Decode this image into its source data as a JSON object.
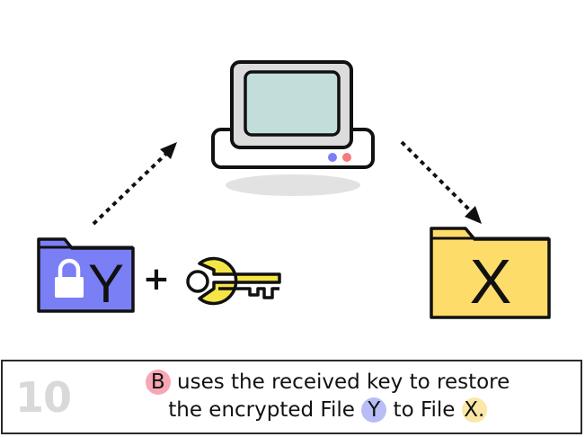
{
  "step": {
    "number": "10"
  },
  "caption": {
    "actor_badge": "B",
    "line1_rest": "uses the received key to restore",
    "line2_prefix": "the encrypted File",
    "file_y_badge": "Y",
    "line2_middle": "to File",
    "file_x_badge": "X.",
    "actor_badge_color": "#f7a7b4",
    "file_y_badge_color": "#b8bdf7",
    "file_x_badge_color": "#fbe7a6"
  },
  "illustration": {
    "encrypted_folder": {
      "letter": "Y",
      "color": "#7b7ff5",
      "icon": "lock-icon"
    },
    "plus_sign": "+",
    "key": {
      "icon": "key-icon",
      "color": "#f6e546"
    },
    "computer": {
      "icon": "computer-icon",
      "screen_color": "#c2dedb",
      "body_color": "#dcdcdc",
      "led_colors": [
        "#7b7ff5",
        "#f47c7c"
      ]
    },
    "restored_folder": {
      "letter": "X",
      "color": "#fddc6a"
    }
  }
}
